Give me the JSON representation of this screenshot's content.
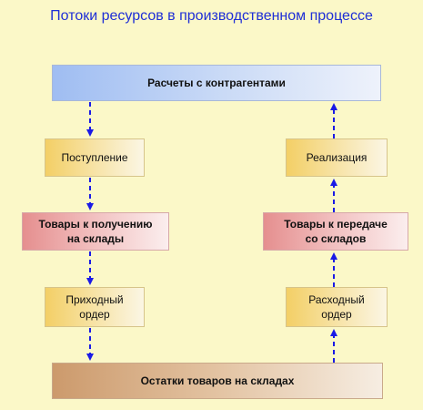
{
  "title": "Потоки ресурсов в производственном процессе",
  "nodes": {
    "counterparties": "Расчеты с контрагентами",
    "receipt": "Поступление",
    "sale": "Реализация",
    "goods_to_receive_l1": "Товары к получению",
    "goods_to_receive_l2": "на склады",
    "goods_to_transfer_l1": "Товары к передаче",
    "goods_to_transfer_l2": "со складов",
    "incoming_order_l1": "Приходный",
    "incoming_order_l2": "ордер",
    "outgoing_order_l1": "Расходный",
    "outgoing_order_l2": "ордер",
    "stock_balance": "Остатки товаров на складах"
  },
  "colors": {
    "arrow": "#1a1ae6",
    "title": "#1f2fd6",
    "background": "#fbf8c8"
  }
}
